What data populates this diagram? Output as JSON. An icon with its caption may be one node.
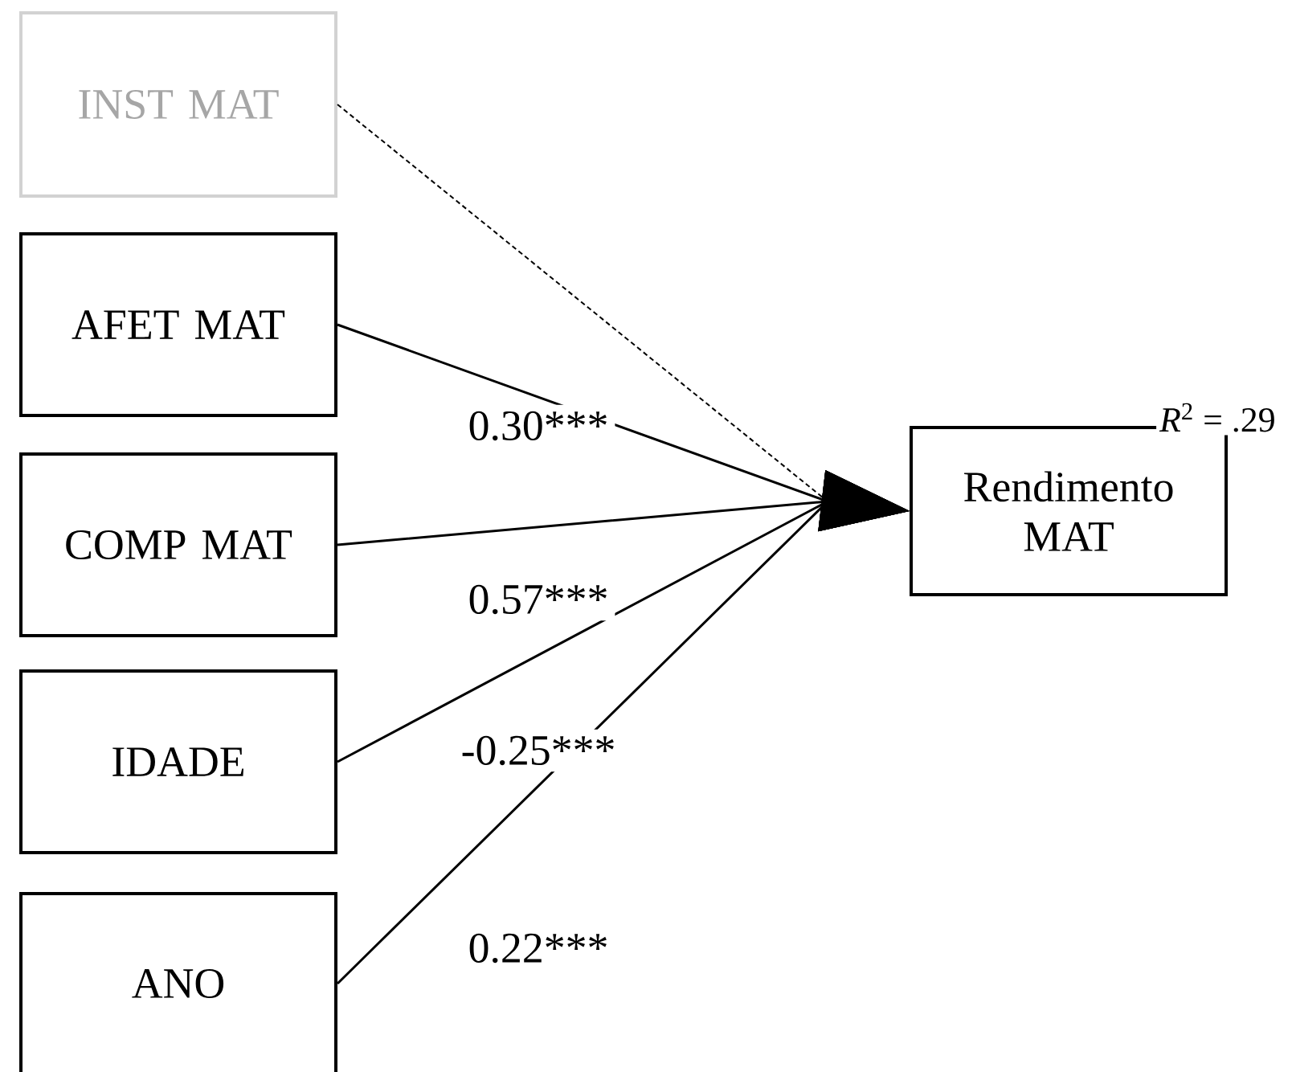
{
  "diagram": {
    "nodes": [
      {
        "text": [
          "INST MAT"
        ]
      },
      {
        "text": [
          "AFET MAT"
        ]
      },
      {
        "text": [
          "COMP MAT"
        ]
      },
      {
        "text": [
          "IDADE"
        ]
      },
      {
        "text": [
          "ANO"
        ]
      },
      {
        "text": [
          "Rendimento MAT"
        ],
        "beside": [
          "*R*$^{2}$ = .29"
        ]
      }
    ],
    "edges": [
      {
        "from": 0,
        "to": 5,
        "arrow": "to",
        "style": "dashed"
      },
      {
        "from": 1,
        "to": 5,
        "arrow": "to",
        "label": "0.30***"
      },
      {
        "from": 2,
        "to": 5,
        "arrow": "to",
        "label": "0.57***"
      },
      {
        "from": 3,
        "to": 5,
        "arrow": "to",
        "label": "-0.25***"
      },
      {
        "from": 4,
        "to": 5,
        "arrow": "to",
        "label": "0.22***"
      }
    ]
  }
}
